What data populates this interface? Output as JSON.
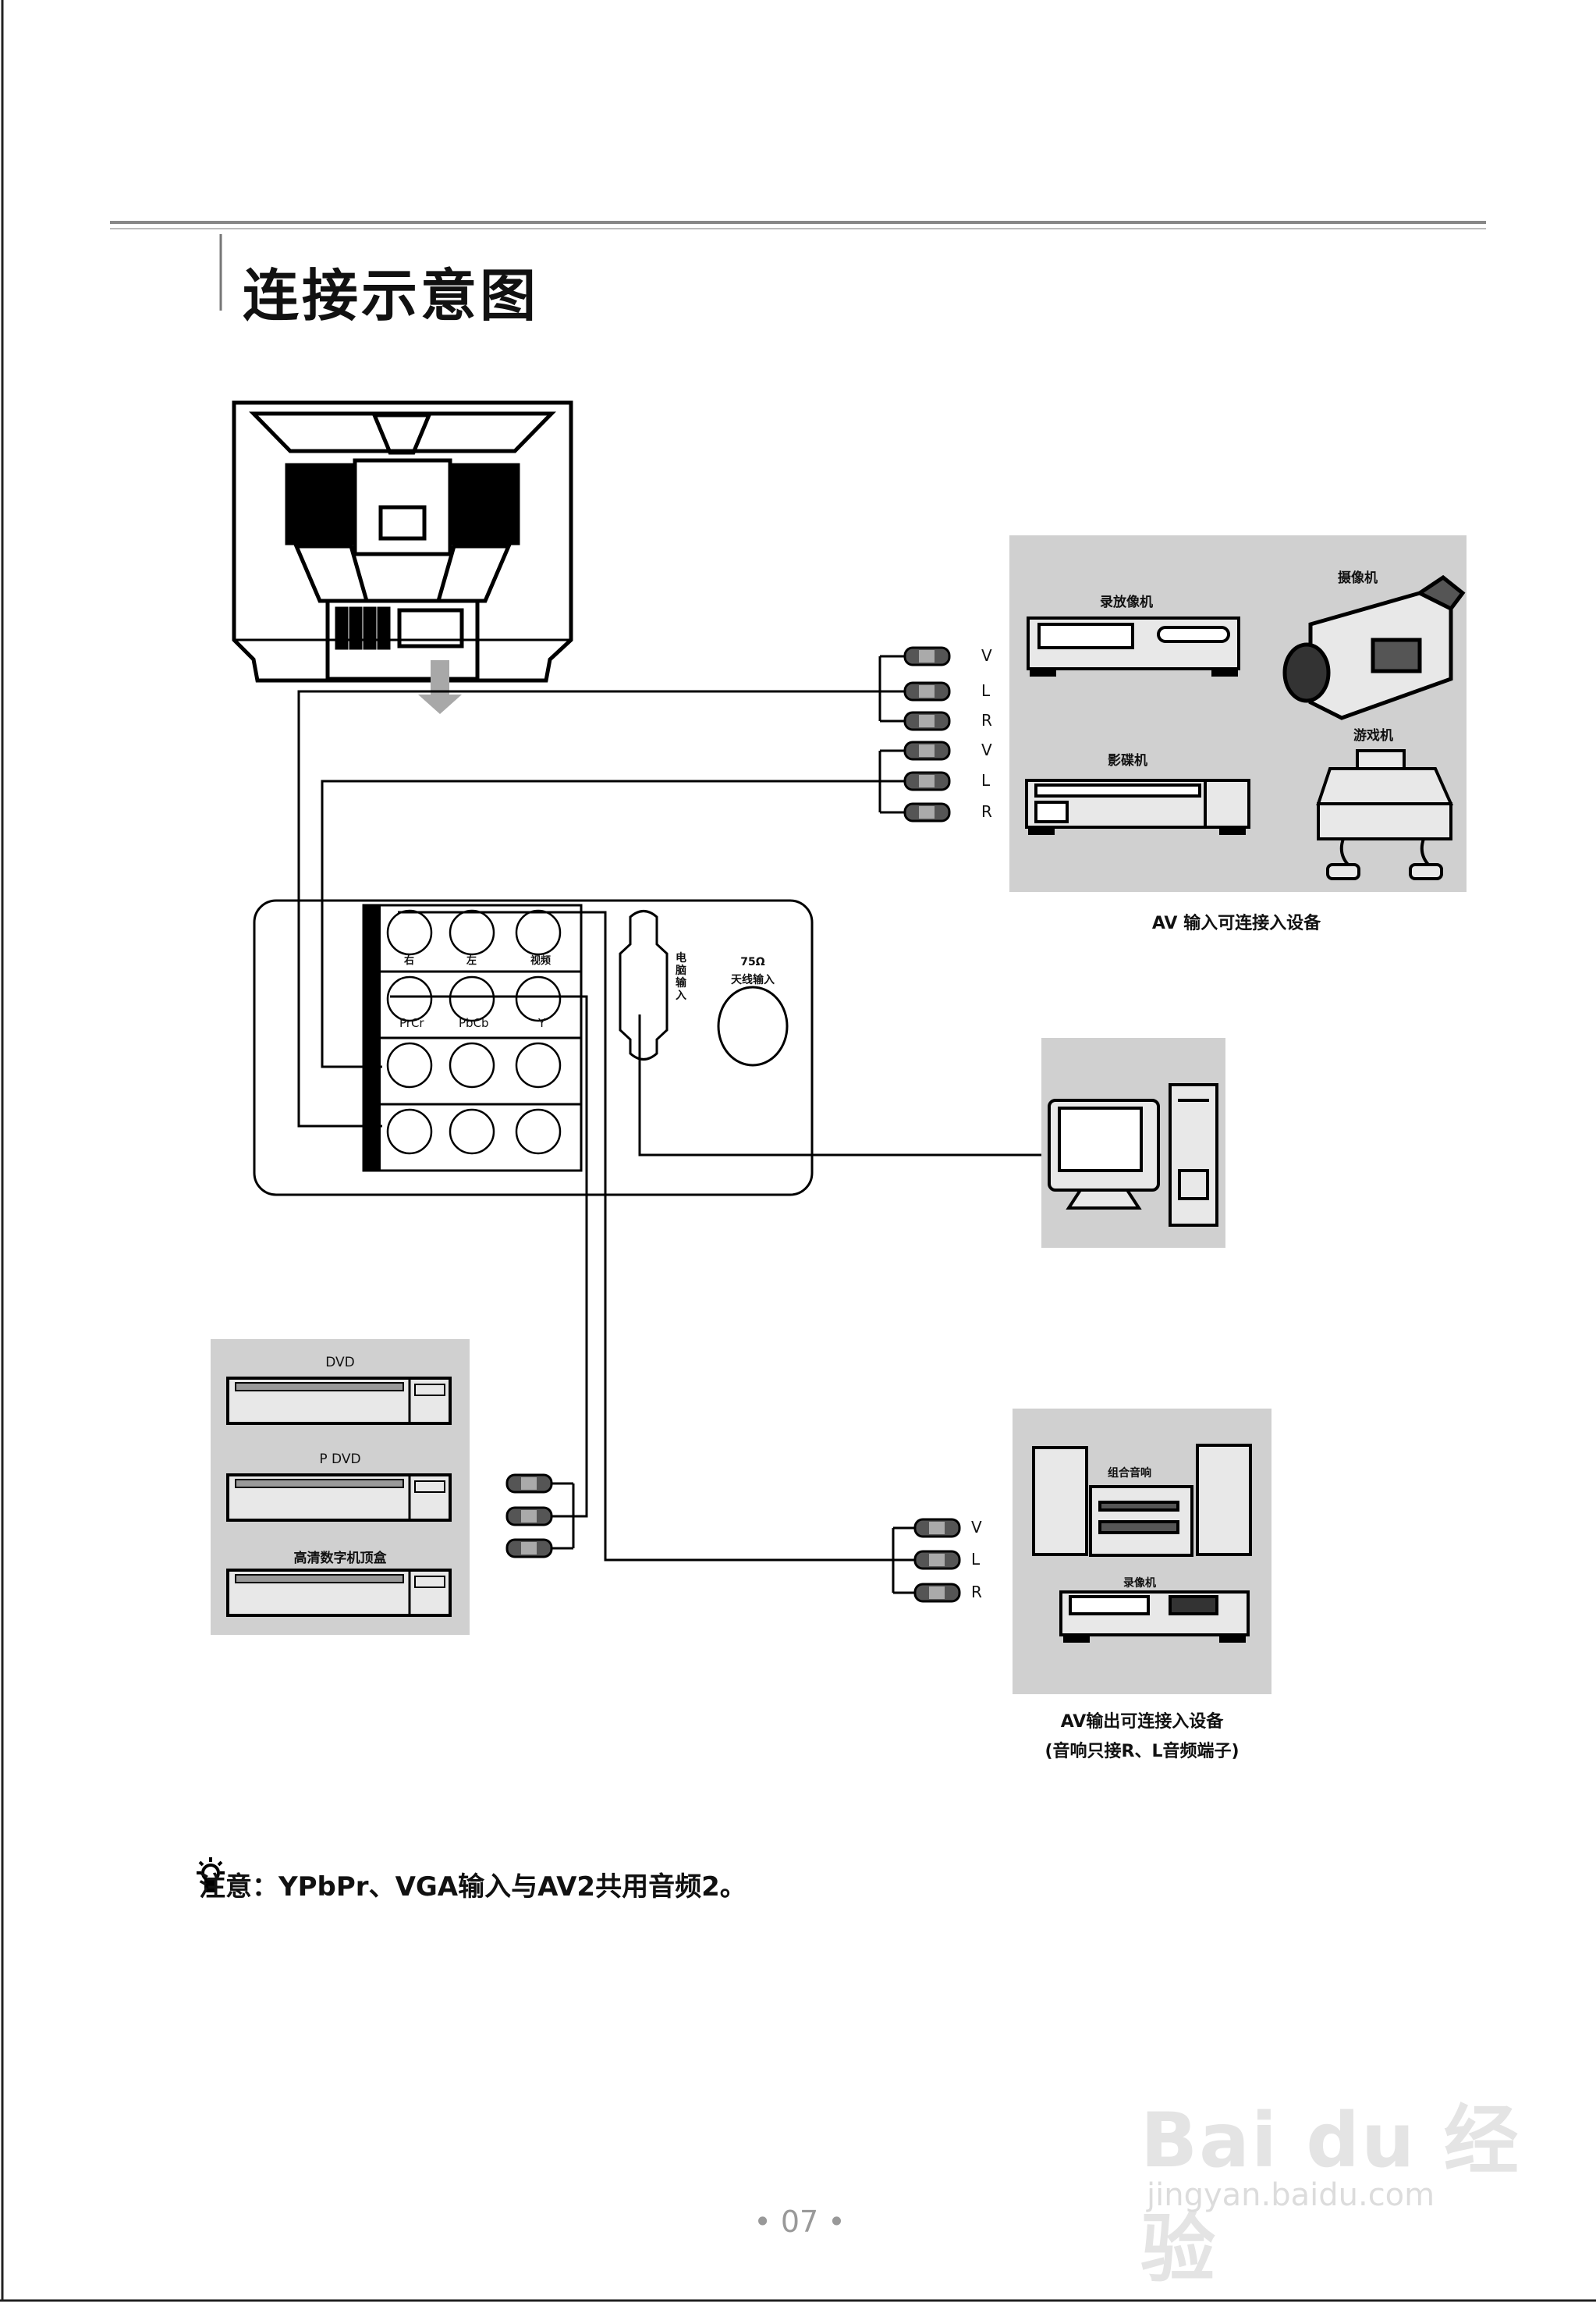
{
  "page": {
    "title": "连接示意图",
    "page_number": "• 07 •",
    "note_icon": "lightbulb-icon",
    "note": "注意：YPbPr、VGA输入与AV2共用音频2。"
  },
  "av_input_devices": {
    "caption": "AV 输入可连接入设备",
    "items": [
      "录放像机",
      "摄像机",
      "影碟机",
      "游戏机"
    ],
    "plug_labels_group1": [
      "V",
      "L",
      "R"
    ],
    "plug_labels_group2": [
      "V",
      "L",
      "R"
    ]
  },
  "panel": {
    "jack_component_labels": [
      "PrCr",
      "PbCb",
      "Y"
    ],
    "jack_audio_labels": [
      "右",
      "左",
      "视频"
    ],
    "vga_label": "电脑输入",
    "antenna_label_line1": "75Ω",
    "antenna_label_line2": "天线输入"
  },
  "component_devices": {
    "items": [
      "DVD",
      "P DVD",
      "高清数字机顶盒"
    ]
  },
  "av_output_devices": {
    "items": [
      "组合音响",
      "录像机"
    ],
    "plug_labels": [
      "V",
      "L",
      "R"
    ],
    "caption_line1": "AV输出可连接入设备",
    "caption_line2": "(音响只接R、L音频端子)"
  },
  "watermark": {
    "brand": "Bai du 经验",
    "url": "jingyan.baidu.com"
  },
  "colors": {
    "device_box": "#d0d0d0",
    "rule": "#888888",
    "arrow": "#a8a8a8"
  }
}
